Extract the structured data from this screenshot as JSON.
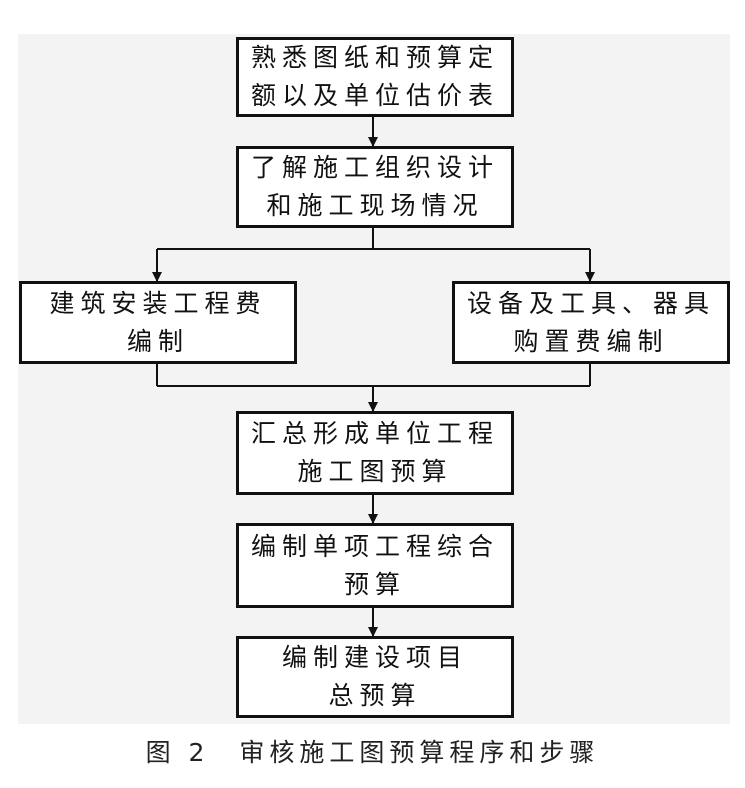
{
  "diagram": {
    "nodes": [
      {
        "id": "n1",
        "lines": [
          "熟悉图纸和预算定",
          "额以及单位估价表"
        ]
      },
      {
        "id": "n2",
        "lines": [
          "了解施工组织设计",
          "和施工现场情况"
        ]
      },
      {
        "id": "n3",
        "lines": [
          "建筑安装工程费",
          "编制"
        ]
      },
      {
        "id": "n4",
        "lines": [
          "设备及工具、器具",
          "购置费编制"
        ]
      },
      {
        "id": "n5",
        "lines": [
          "汇总形成单位工程",
          "施工图预算"
        ]
      },
      {
        "id": "n6",
        "lines": [
          "编制单项工程综合",
          "预算"
        ]
      },
      {
        "id": "n7",
        "lines": [
          "编制建设项目",
          "总预算"
        ]
      }
    ],
    "edges": [
      {
        "from": "n1",
        "to": "n2"
      },
      {
        "from": "n2",
        "to": "n3"
      },
      {
        "from": "n2",
        "to": "n4"
      },
      {
        "from": "n3",
        "to": "n5"
      },
      {
        "from": "n4",
        "to": "n5"
      },
      {
        "from": "n5",
        "to": "n6"
      },
      {
        "from": "n6",
        "to": "n7"
      }
    ]
  },
  "caption": "图 2　审核施工图预算程序和步骤"
}
